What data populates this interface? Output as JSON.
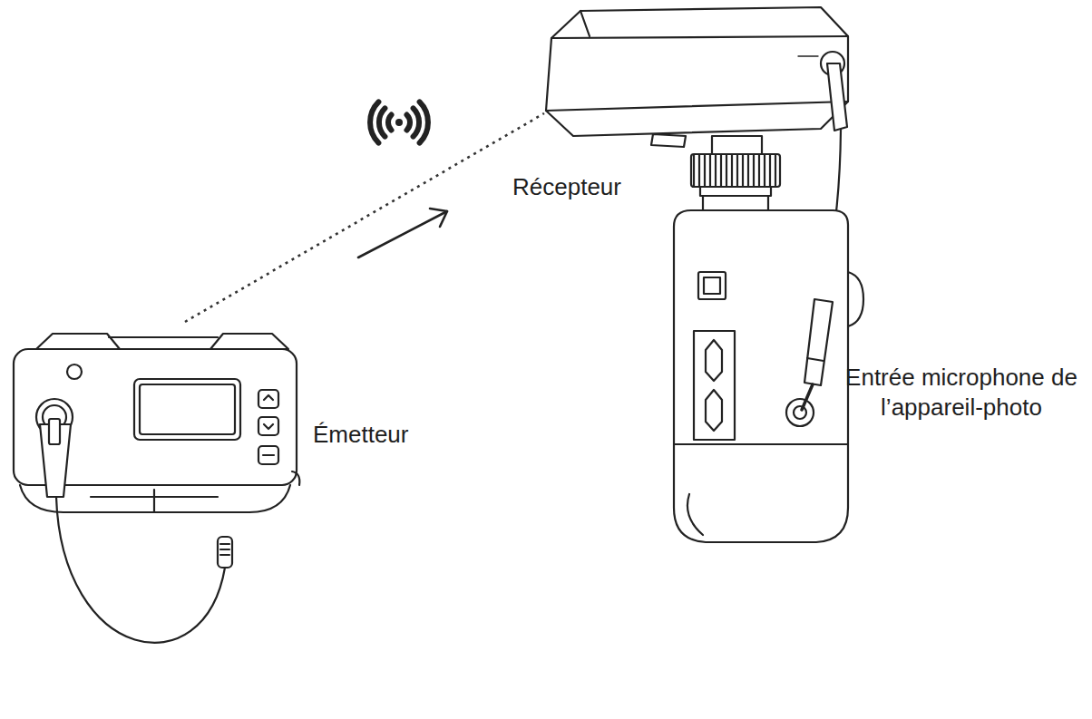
{
  "diagram": {
    "nodes": [
      {
        "text": [
          "Récepteur"
        ]
      },
      {
        "text": [
          "Émetteur"
        ]
      }
    ],
    "edges": [
      {
        "from": 1,
        "to": 0,
        "arrow": "none"
      }
    ],
    "labels": [
      "Entrée microphone de l’appareil-photo"
    ]
  }
}
